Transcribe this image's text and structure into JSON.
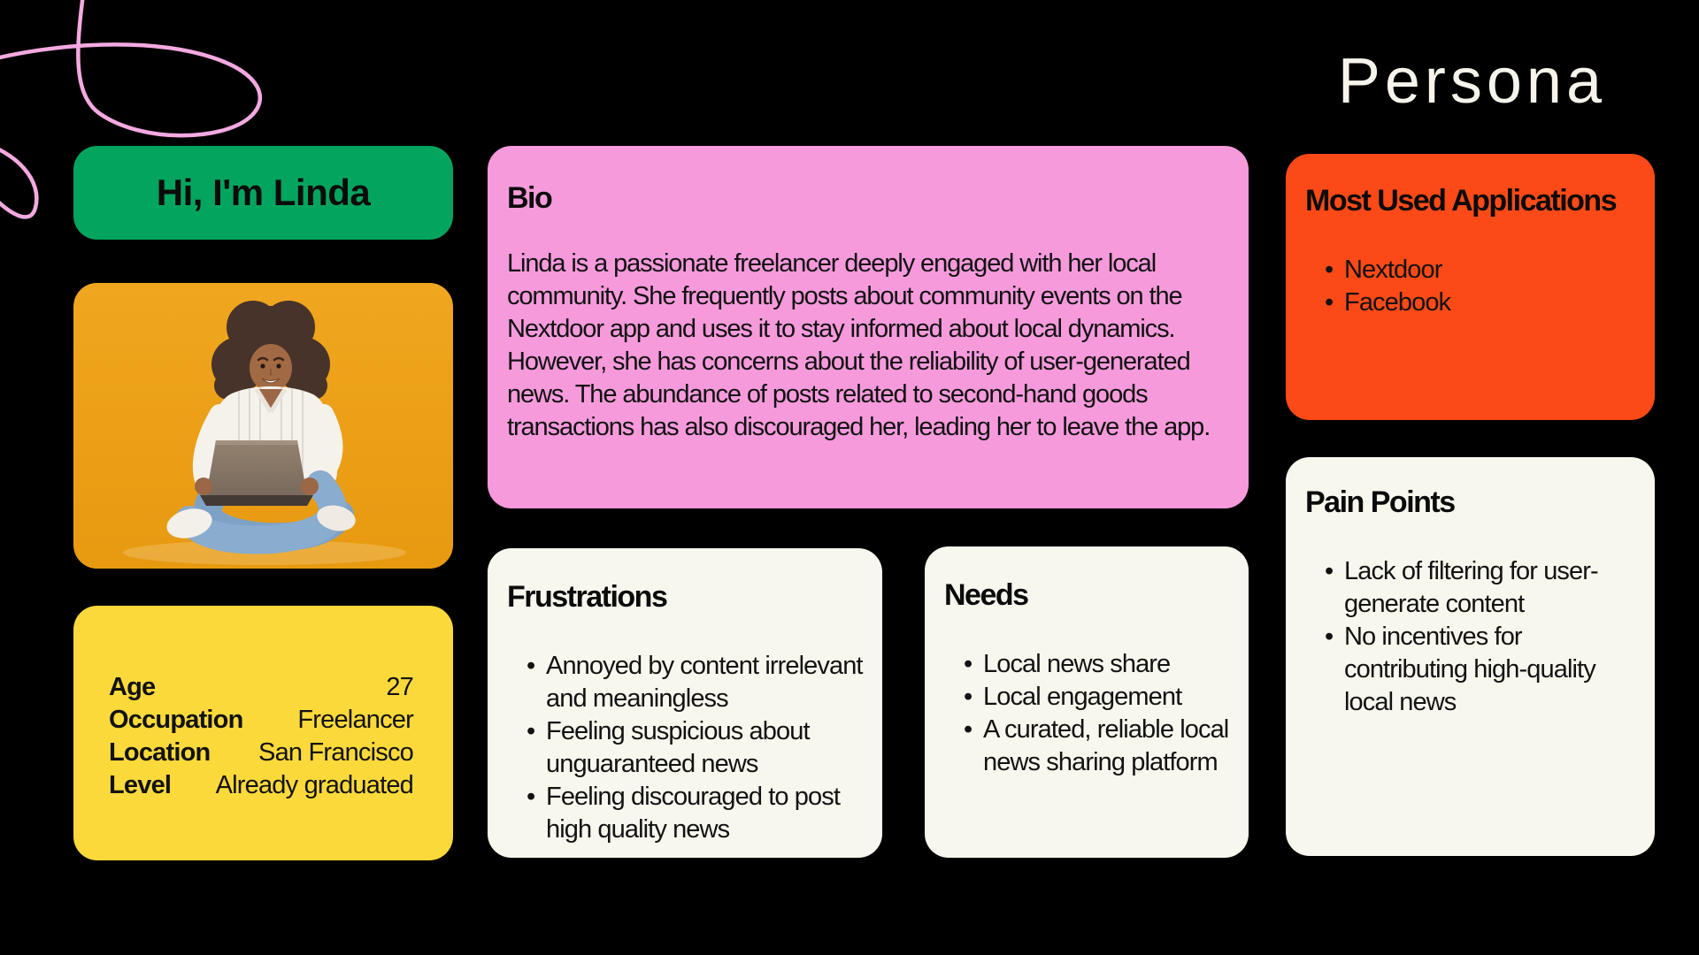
{
  "page": {
    "title": "Persona",
    "background": "#000000",
    "accent_colors": {
      "green": "#03A55E",
      "yellow": "#FBD93B",
      "pink": "#F69ADC",
      "orange": "#FB4A17",
      "offwhite": "#F8F7ED",
      "photo_amber": "#EEA41D",
      "squiggle_pink": "#F4A9E1",
      "title_white": "#F7F4EC"
    }
  },
  "greeting_card": {
    "text": "Hi, I'm Linda"
  },
  "photo_card": {
    "description": "Smiling woman with curly hair sitting cross-legged with a laptop on an amber background"
  },
  "details_card": {
    "rows": [
      {
        "label": "Age",
        "value": "27"
      },
      {
        "label": "Occupation",
        "value": "Freelancer"
      },
      {
        "label": "Location",
        "value": "San Francisco"
      },
      {
        "label": "Level",
        "value": "Already graduated"
      }
    ]
  },
  "bio_card": {
    "title": "Bio",
    "body": "Linda is a passionate freelancer deeply engaged with her local community. She frequently posts about community events on the Nextdoor app and uses it to stay informed about local dynamics. However, she has concerns about the reliability of user-generated news. The abundance of posts related to second-hand goods transactions has also discouraged her, leading her to leave the app."
  },
  "frustrations_card": {
    "title": "Frustrations",
    "items": [
      "Annoyed by content irrelevant and meaningless",
      "Feeling suspicious about unguaranteed news",
      "Feeling discouraged to post high quality news"
    ]
  },
  "needs_card": {
    "title": "Needs",
    "items": [
      "Local news share",
      "Local engagement",
      "A curated, reliable local news sharing platform"
    ]
  },
  "apps_card": {
    "title": "Most Used Applications",
    "items": [
      "Nextdoor",
      "Facebook"
    ]
  },
  "pain_points_card": {
    "title": "Pain Points",
    "items": [
      "Lack of filtering for user-generate content",
      "No incentives for contributing high-quality local news"
    ]
  }
}
